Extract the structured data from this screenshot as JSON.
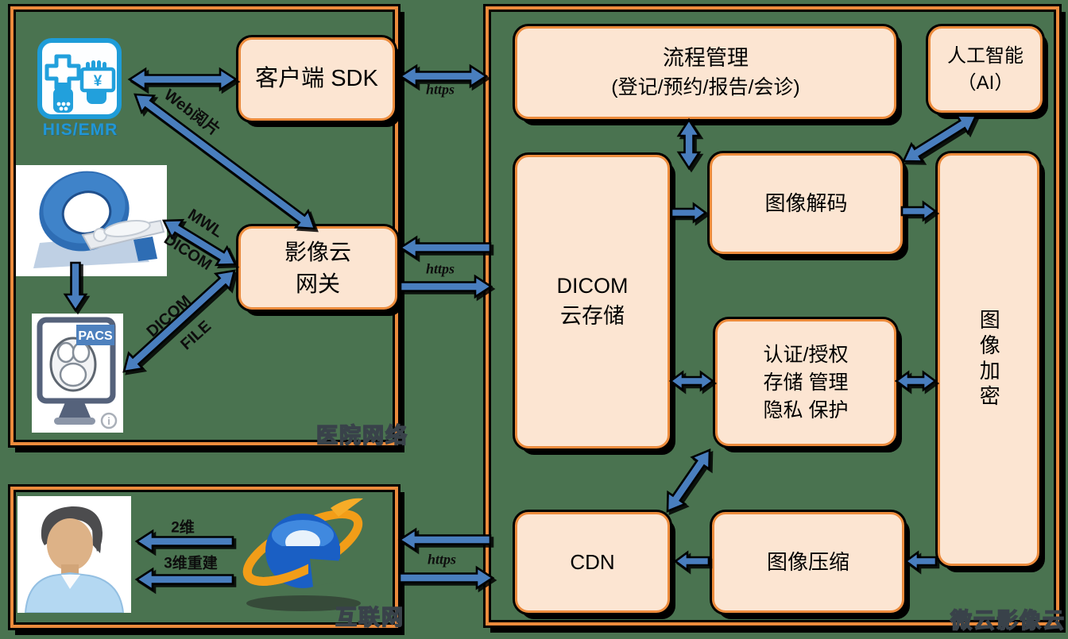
{
  "regions": {
    "hospital_network": {
      "label": "医院网络"
    },
    "internet": {
      "label": "互联网"
    },
    "weiyun_cloud": {
      "label": "微云影像云"
    }
  },
  "nodes": {
    "client_sdk": {
      "label": "客户端 SDK"
    },
    "imaging_gateway": {
      "lines": [
        "影像云",
        "网关"
      ]
    },
    "workflow": {
      "lines": [
        "流程管理",
        "(登记/预约/报告/会诊)"
      ]
    },
    "ai": {
      "lines": [
        "人工智能",
        "（AI）"
      ]
    },
    "dicom_storage": {
      "lines": [
        "DICOM",
        "云存储"
      ]
    },
    "image_decode": {
      "label": "图像解码"
    },
    "auth": {
      "lines": [
        "认证/授权",
        "存储 管理",
        "隐私 保护"
      ]
    },
    "image_encrypt": {
      "label": "图像加密"
    },
    "cdn": {
      "label": "CDN"
    },
    "image_compress": {
      "label": "图像压缩"
    }
  },
  "clipart": {
    "his_emr": {
      "label": "HIS/EMR",
      "currency_symbol": "¥"
    },
    "pacs": {
      "label": "PACS",
      "info_mark": "i"
    }
  },
  "edge_labels": {
    "web_view": "Web阅片",
    "mwl": "MWL",
    "dicom": "DICOM",
    "dicom_file": [
      "DICOM",
      "FILE"
    ],
    "https": "https",
    "d2": "2维",
    "d3": "3维重建"
  },
  "colors": {
    "background": "#4A7350",
    "box_fill": "#FCE5D2",
    "box_border": "#EC8B3C",
    "arrow_blue": "#4A7EBE",
    "his_blue": "#1E9CD8"
  }
}
